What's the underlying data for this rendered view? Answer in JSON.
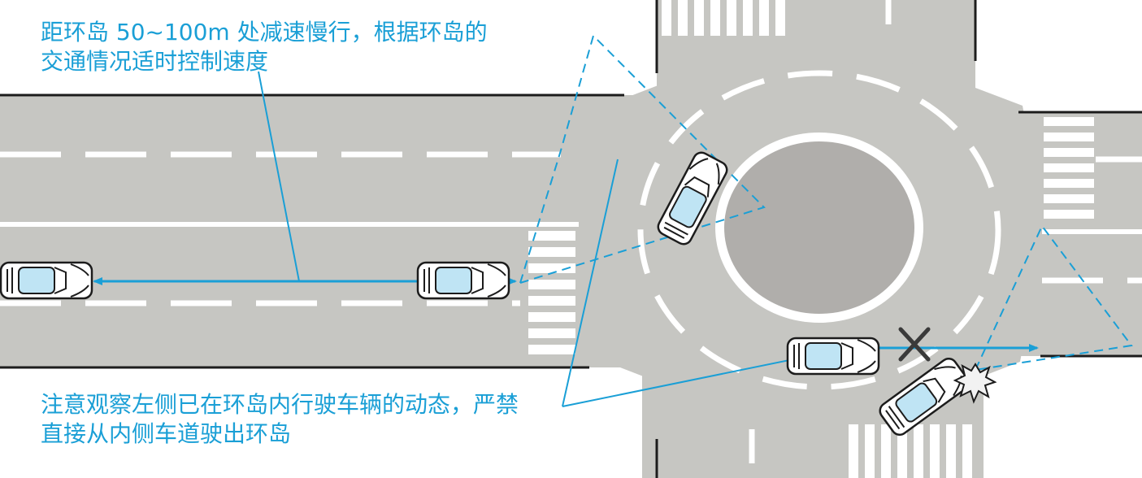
{
  "captions": {
    "speed": {
      "line1": "距环岛 50~100m 处减速慢行，根据环岛的",
      "line2": "交通情况适时控制速度"
    },
    "exit": {
      "line1": "注意观察左侧已在环岛内行驶车辆的动态，严禁",
      "line2": "直接从内侧车道驶出环岛"
    }
  },
  "colors": {
    "road": "#c6c6c2",
    "island": "#b0aeab",
    "curb": "#1c1c1c",
    "marking": "#ffffff",
    "guide": "#1a9fd6",
    "car_glass": "#bfe4f4",
    "forbidden_mark": "#3a3a3a",
    "impact": "#f2f2f2"
  },
  "icons": [
    "car-icon",
    "forbidden-x-icon",
    "collision-burst-icon"
  ]
}
